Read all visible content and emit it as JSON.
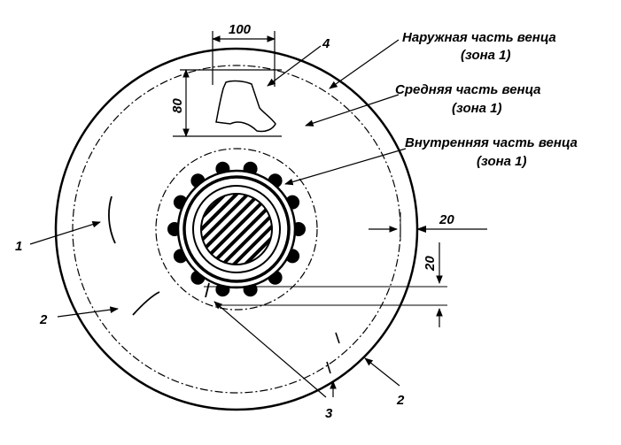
{
  "labels": {
    "outer_rim": [
      "Наружная часть венца",
      "(зона 1)"
    ],
    "middle_rim": [
      "Средняя часть венца",
      "(зона 1)"
    ],
    "inner_rim": [
      "Внутренняя часть венца",
      "(зона 1)"
    ]
  },
  "dimensions": {
    "width_100": "100",
    "height_80": "80",
    "right_20": "20",
    "vertical_20": "20"
  },
  "callouts": {
    "n1": "1",
    "n2_left": "2",
    "n2_right": "2",
    "n3": "3",
    "n4": "4"
  }
}
